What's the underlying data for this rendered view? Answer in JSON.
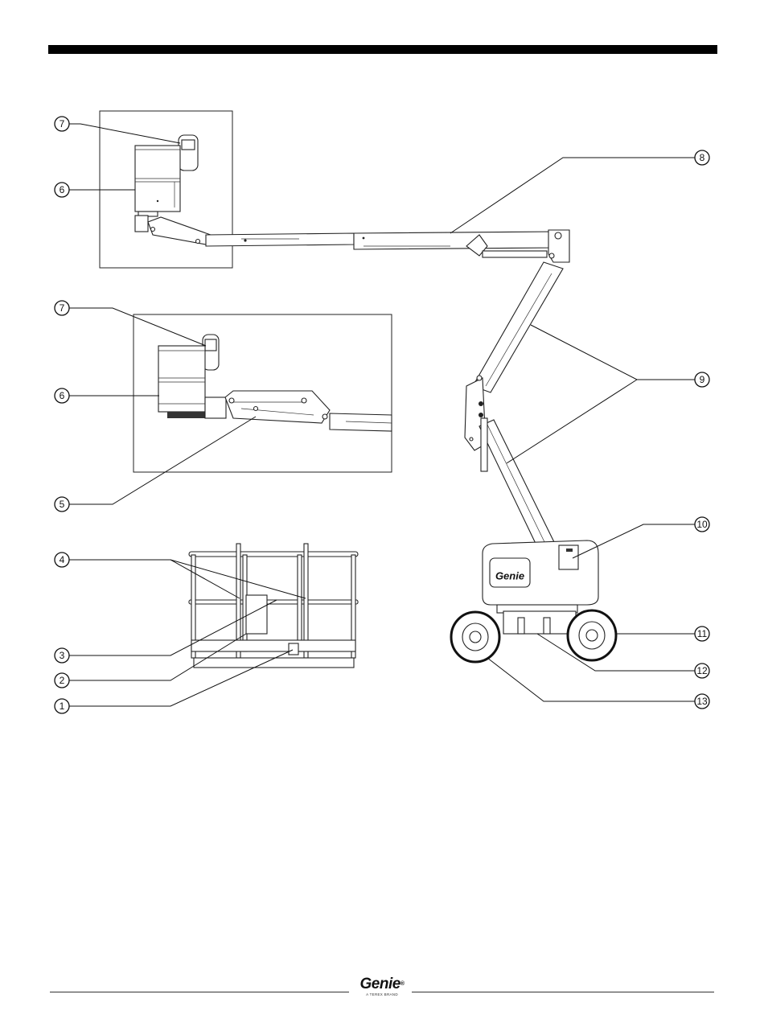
{
  "callouts": [
    {
      "id": "c7a",
      "label": "7"
    },
    {
      "id": "c6a",
      "label": "6"
    },
    {
      "id": "c7b",
      "label": "7"
    },
    {
      "id": "c6b",
      "label": "6"
    },
    {
      "id": "c5",
      "label": "5"
    },
    {
      "id": "c4",
      "label": "4"
    },
    {
      "id": "c3",
      "label": "3"
    },
    {
      "id": "c2",
      "label": "2"
    },
    {
      "id": "c1",
      "label": "1"
    },
    {
      "id": "c8",
      "label": "8"
    },
    {
      "id": "c9",
      "label": "9"
    },
    {
      "id": "c10",
      "label": "10"
    },
    {
      "id": "c11",
      "label": "11"
    },
    {
      "id": "c12",
      "label": "12"
    },
    {
      "id": "c13",
      "label": "13"
    }
  ],
  "machine_logo_text": "Genie",
  "footer": {
    "brand": "Genie",
    "brand_mark": "®",
    "tagline": "A TEREX BRAND"
  }
}
